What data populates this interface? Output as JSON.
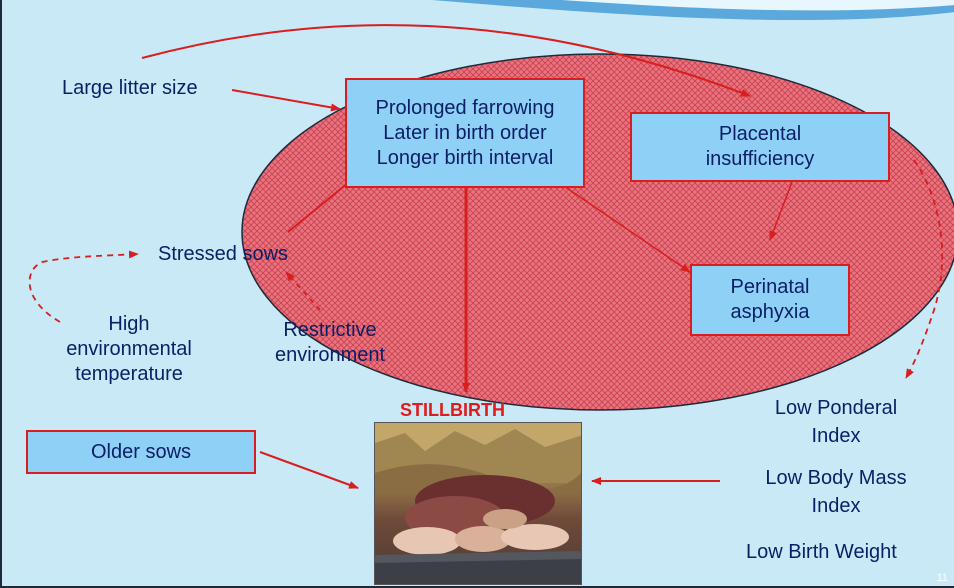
{
  "colors": {
    "background": "#c9e9f6",
    "ellipse_fill": "#e8747f",
    "box_fill": "#8fd0f6",
    "box_border": "#d81e1e",
    "arrow": "#d81e1e",
    "text": "#0b1e66",
    "stillbirth": "#e01b1b"
  },
  "labels": {
    "large_litter": "Large litter size",
    "stressed_sows": "Stressed sows",
    "high_temp": [
      "High",
      "environmental",
      "temperature"
    ],
    "restrictive_env": [
      "Restrictive",
      "environment"
    ],
    "low_ponderal": [
      "Low Ponderal",
      "Index"
    ],
    "low_bmi": [
      "Low Body Mass",
      "Index"
    ],
    "low_birth_weight": "Low Birth Weight",
    "stillbirth": "STILLBIRTH",
    "page_number": "11"
  },
  "boxes": {
    "prolonged": [
      "Prolonged farrowing",
      "Later in birth order",
      "Longer birth interval"
    ],
    "placental": [
      "Placental",
      "insufficiency"
    ],
    "asphyxia": [
      "Perinatal",
      "asphyxia"
    ],
    "older_sows": "Older sows"
  },
  "photo": {
    "description_icon": "stillborn-piglets-photo"
  }
}
